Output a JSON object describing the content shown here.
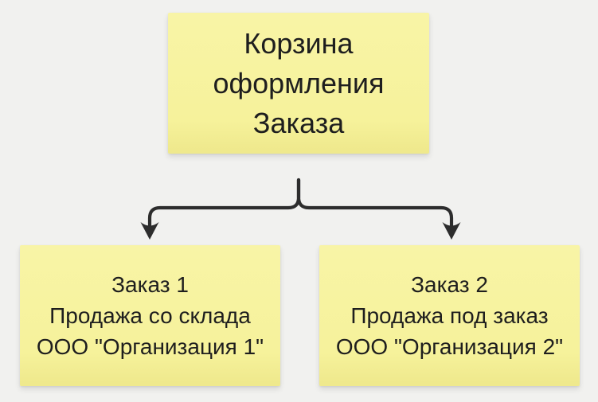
{
  "canvas": {
    "background": "#f1f1ef"
  },
  "colors": {
    "note_fill": "#f6f29b",
    "note_edge_shade": "#efe98d",
    "text": "#1e1e1e",
    "connector": "#2d2d2d"
  },
  "diagram": {
    "type": "tree",
    "root": {
      "lines": [
        "Корзина",
        "оформления",
        "Заказа"
      ]
    },
    "children": [
      {
        "lines": [
          "Заказ 1",
          "Продажа со склада",
          "ООО \"Организация 1\""
        ]
      },
      {
        "lines": [
          "Заказ 2",
          "Продажа под заказ",
          "ООО \"Организация 2\""
        ]
      }
    ],
    "connector": {
      "style": "branching-arrow",
      "direction": "down",
      "branch_count": 2
    }
  }
}
